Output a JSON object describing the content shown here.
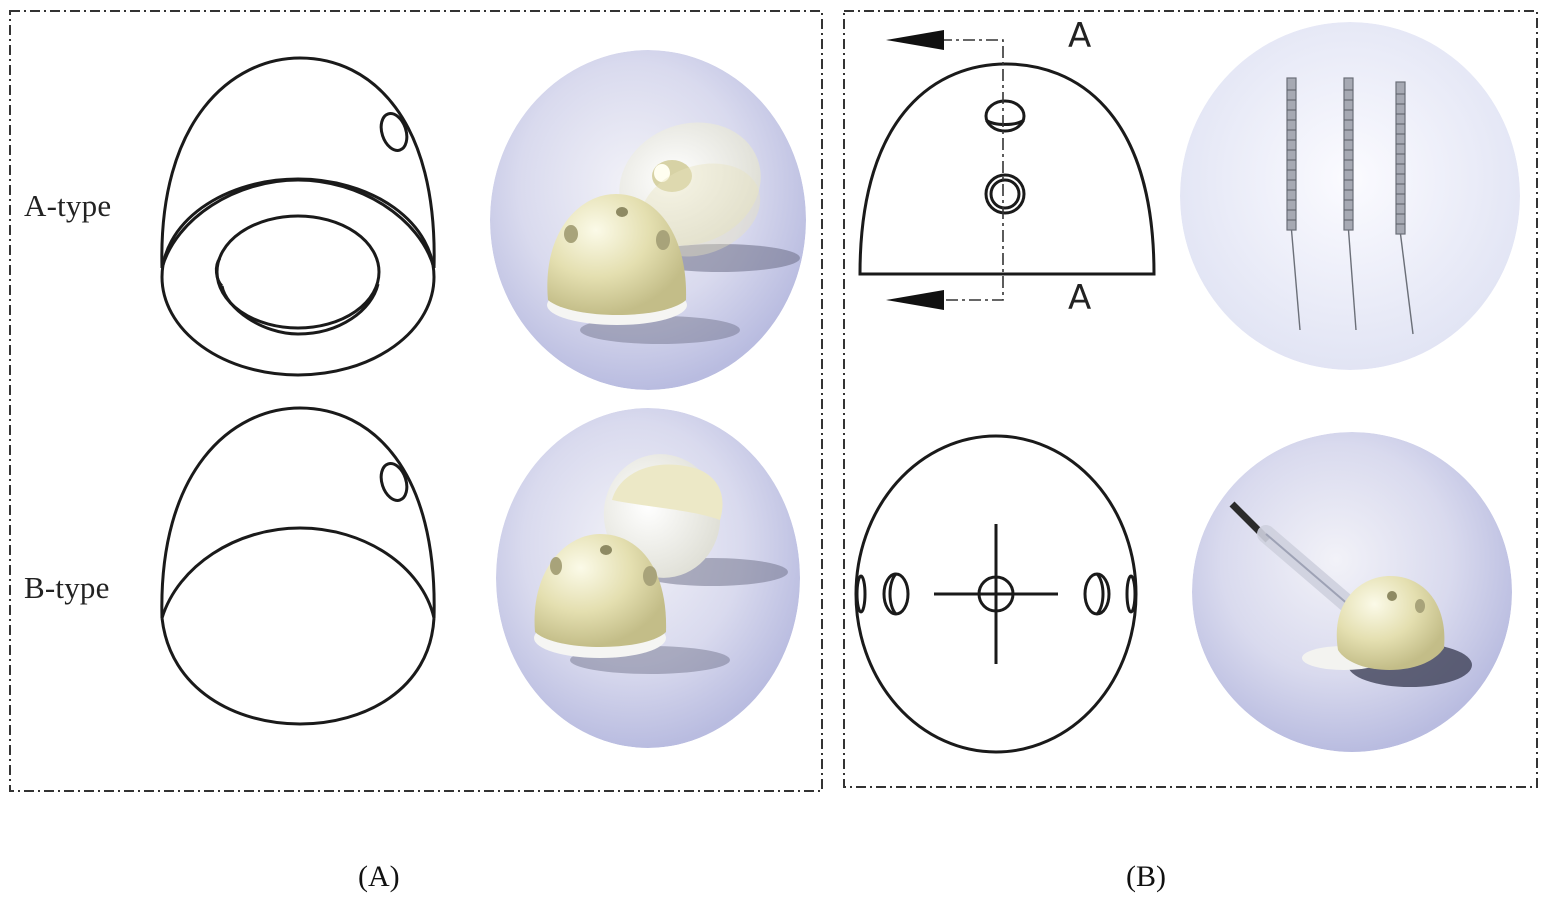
{
  "panel_a": {
    "label_a_type": "A-type",
    "label_b_type": "B-type",
    "caption": "(A)"
  },
  "panel_b": {
    "section_mark_top": "A",
    "section_mark_bottom": "A",
    "caption": "(B)"
  },
  "colors": {
    "line": "#1a1a1a",
    "frame": "#333333",
    "photo_bg": "#c9cbe6",
    "ball": "#e6e2b8",
    "base": "#f4f4f2"
  }
}
